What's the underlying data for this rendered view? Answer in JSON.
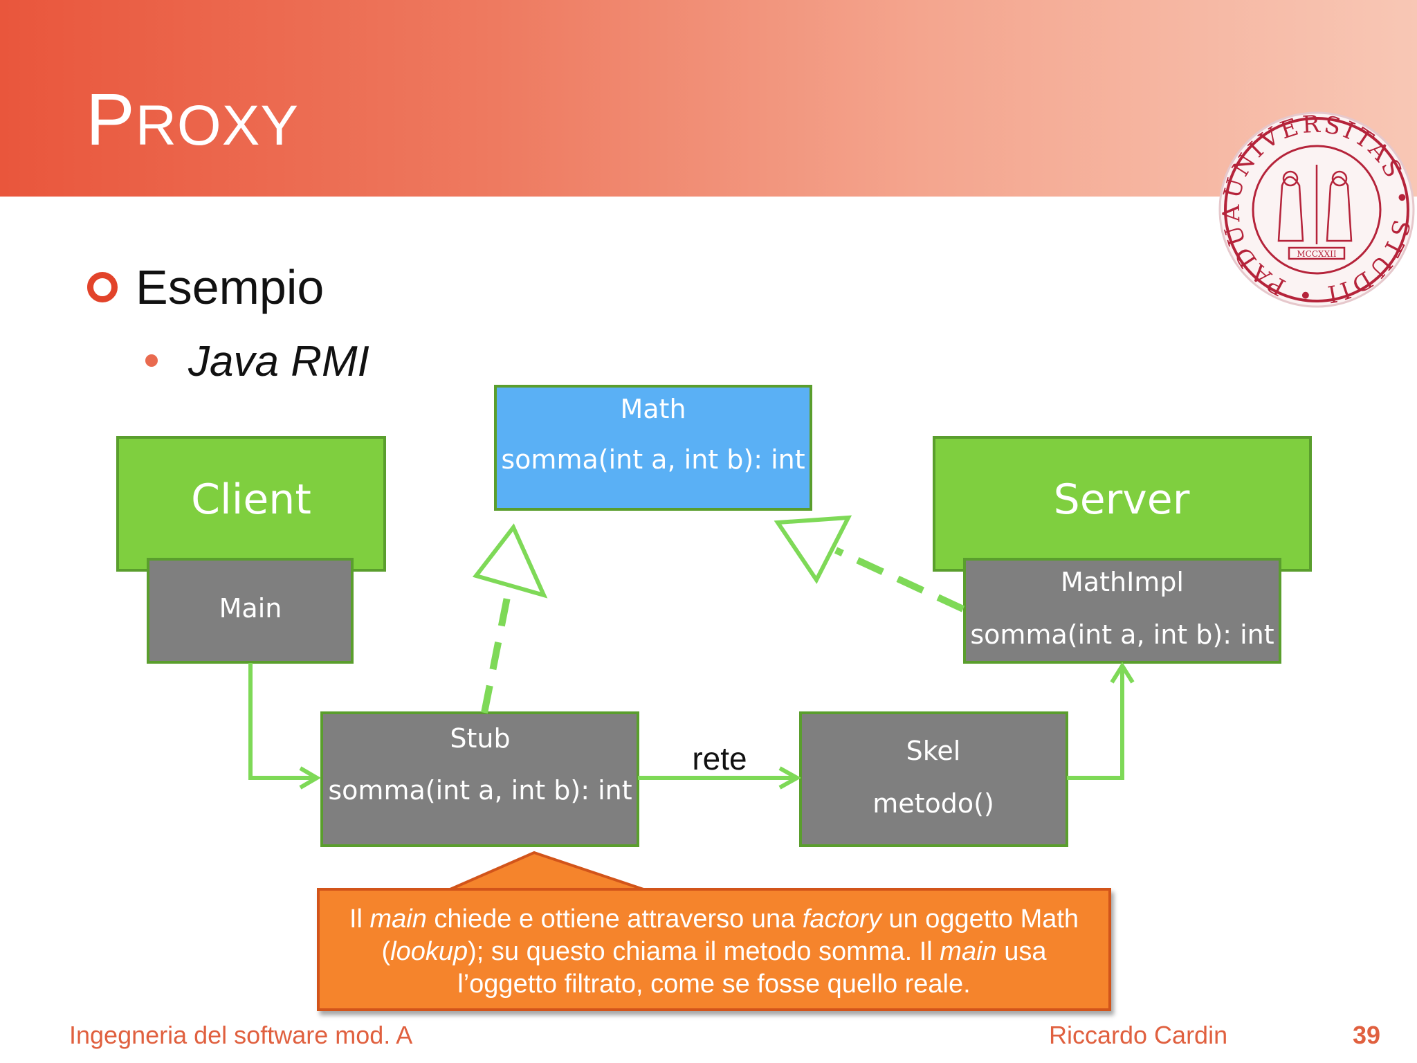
{
  "slide": {
    "title_first": "P",
    "title_rest": "ROXY",
    "bullet_level1": "Esempio",
    "bullet_level2": "Java RMI"
  },
  "diagram": {
    "client_label": "Client",
    "server_label": "Server",
    "main_label": "Main",
    "math": {
      "name": "Math",
      "method": "somma(int a, int b): int"
    },
    "mathimpl": {
      "name": "MathImpl",
      "method": "somma(int a, int b): int"
    },
    "stub": {
      "name": "Stub",
      "method": "somma(int a, int b): int"
    },
    "skel": {
      "name": "Skel",
      "method": "metodo()"
    },
    "network_label": "rete"
  },
  "callout": {
    "line1": [
      {
        "text": "Il ",
        "italic": false
      },
      {
        "text": "main",
        "italic": true
      },
      {
        "text": " chiede e ottiene attraverso una ",
        "italic": false
      },
      {
        "text": "factory",
        "italic": true
      },
      {
        "text": " un oggetto Math",
        "italic": false
      }
    ],
    "line2": [
      {
        "text": "(",
        "italic": false
      },
      {
        "text": "lookup",
        "italic": true
      },
      {
        "text": "); su questo chiama il metodo somma. Il ",
        "italic": false
      },
      {
        "text": "main",
        "italic": true
      },
      {
        "text": " usa",
        "italic": false
      }
    ],
    "line3": [
      {
        "text": "l’oggetto filtrato, come se fosse quello reale.",
        "italic": false
      }
    ]
  },
  "footer": {
    "course": "Ingegneria del software mod. A",
    "author": "Riccardo Cardin",
    "page": "39"
  },
  "seal": {
    "top_text": "UNIVERSITAS • STUDII • PADUANI •",
    "year": "MCCXXII"
  },
  "colors": {
    "header_start": "#e9563c",
    "green_box": "#7fcf3f",
    "green_border": "#5a9e2d",
    "gray_box": "#7f7f7f",
    "blue_box": "#5ab0f5",
    "arrow_green": "#7ed957",
    "callout_orange": "#f5842c",
    "footer_text": "#e0603f",
    "seal_red": "#b5233a"
  }
}
